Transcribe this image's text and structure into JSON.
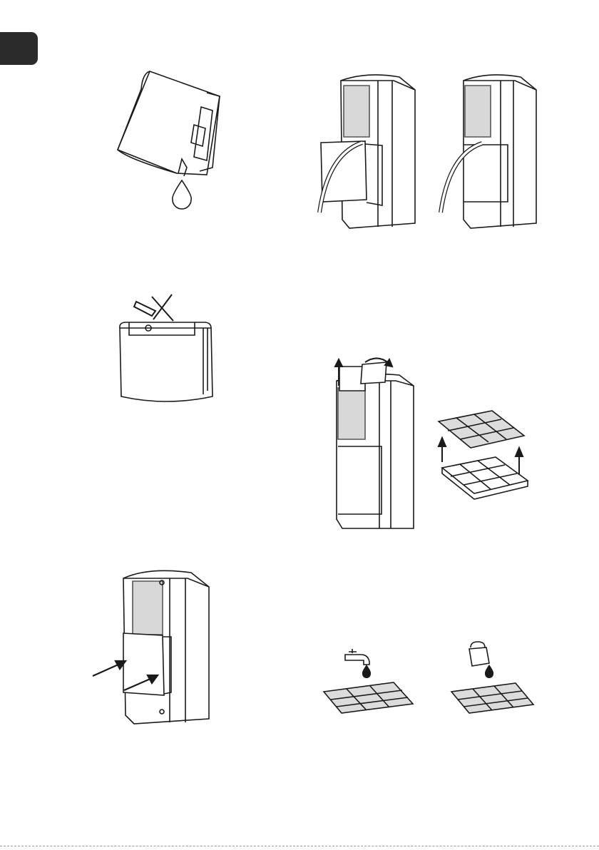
{
  "page": {
    "background": "#ffffff",
    "ink": "#1a1a1a",
    "tab_color": "#2b2b2b",
    "figures": [
      {
        "id": "tank-pour",
        "icon": "water-drop-icon"
      },
      {
        "id": "tank-no-float",
        "icon": "prohibited-float-icon"
      },
      {
        "id": "tank-insert",
        "icon": "insert-arrows-icon"
      },
      {
        "id": "hose-drain",
        "icon": "drain-hose-icon"
      },
      {
        "id": "filter-remove",
        "icon": "lift-arrows-icon"
      },
      {
        "id": "filter-wash",
        "icon": "faucet-icon"
      },
      {
        "id": "filter-detergent",
        "icon": "detergent-icon"
      }
    ]
  }
}
